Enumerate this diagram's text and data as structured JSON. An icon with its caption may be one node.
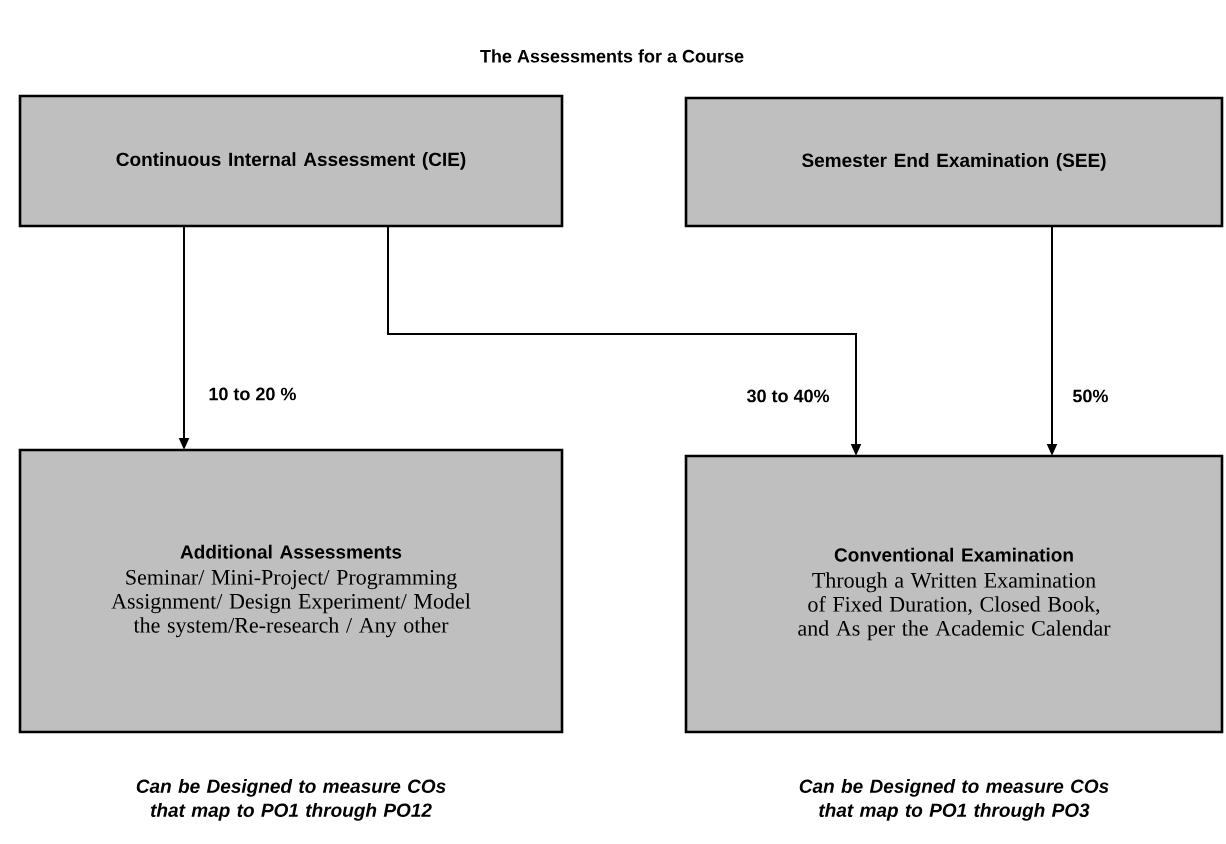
{
  "diagram": {
    "title": "The Assessments for a Course",
    "nodes": [
      {
        "text": [
          "Continuous Internal Assessment (CIE)"
        ]
      },
      {
        "text": [
          "Semester End Examination (SEE)"
        ]
      },
      {
        "text": [
          "Additional Assessments",
          "Seminar/ Mini-Project/ Programming Assignment/ Design Experiment/ Model the system/Re-research / Any other"
        ],
        "beside": [
          "Can be Designed to measure COs that map to PO1 through PO12"
        ]
      },
      {
        "text": [
          "Conventional Examination",
          "Through a Written Examination of Fixed Duration, Closed Book, and As per the Academic Calendar"
        ],
        "beside": [
          "Can be Designed to measure COs that map to PO1 through PO3"
        ]
      }
    ],
    "edges": [
      {
        "from": 0,
        "to": 2,
        "arrow": "to",
        "label": "10 to 20 %"
      },
      {
        "from": 0,
        "to": 3,
        "arrow": "to",
        "label": "30 to 40%"
      },
      {
        "from": 1,
        "to": 3,
        "arrow": "to",
        "label": "50%"
      }
    ]
  }
}
